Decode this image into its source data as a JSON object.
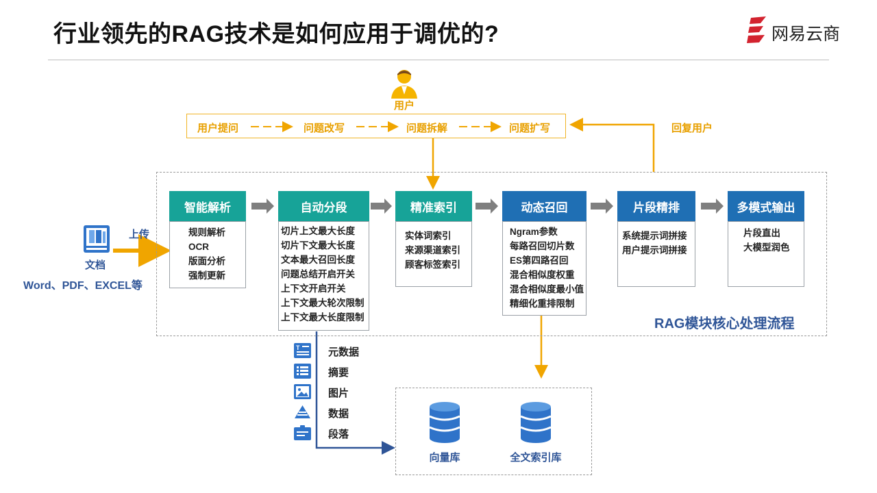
{
  "title": "行业领先的RAG技术是如何应用于调优的?",
  "brand": {
    "name": "网易云商",
    "logo_icon": "netease-yunshang-logo-icon",
    "color": "#d3232f"
  },
  "user": {
    "label": "用户",
    "icon": "user-icon"
  },
  "query_steps": [
    "用户提问",
    "问题改写",
    "问题拆解",
    "问题扩写"
  ],
  "reply_label": "回复用户",
  "document": {
    "label": "文档",
    "formats": "Word、PDF、EXCEL等",
    "upload_label": "上传",
    "icon": "document-icon"
  },
  "rag": {
    "label": "RAG模块核心处理流程",
    "stages": [
      {
        "title": "智能解析",
        "items": [
          "规则解析",
          "OCR",
          "版面分析",
          "强制更新"
        ]
      },
      {
        "title": "自动分段",
        "items": [
          "切片上文最大长度",
          "切片下文最大长度",
          "文本最大召回长度",
          "问题总结开启开关",
          "上下文开启开关",
          "上下文最大轮次限制",
          "上下文最大长度限制"
        ]
      },
      {
        "title": "精准索引",
        "items": [
          "实体词索引",
          "来源渠道索引",
          "顾客标签索引"
        ]
      },
      {
        "title": "动态召回",
        "items": [
          "Ngram参数",
          "每路召回切片数",
          "ES第四路召回",
          "混合相似度权重",
          "混合相似度最小值",
          "精细化重排限制"
        ]
      },
      {
        "title": "片段精排",
        "items": [
          "系统提示词拼接",
          "用户提示词拼接"
        ]
      },
      {
        "title": "多模式输出",
        "items": [
          "片段直出",
          "大模型润色"
        ]
      }
    ]
  },
  "segment_outputs": [
    {
      "label": "元数据",
      "icon": "metadata-icon"
    },
    {
      "label": "摘要",
      "icon": "summary-list-icon"
    },
    {
      "label": "图片",
      "icon": "image-icon"
    },
    {
      "label": "数据",
      "icon": "data-icon"
    },
    {
      "label": "段落",
      "icon": "paragraph-icon"
    }
  ],
  "stores": [
    {
      "label": "向量库",
      "icon": "database-icon"
    },
    {
      "label": "全文索引库",
      "icon": "database-icon"
    }
  ],
  "colors": {
    "teal": "#17a398",
    "blue": "#1f6fb4",
    "orange": "#f0a500",
    "navy": "#2f5597",
    "grey_arrow": "#7f7f7f"
  }
}
